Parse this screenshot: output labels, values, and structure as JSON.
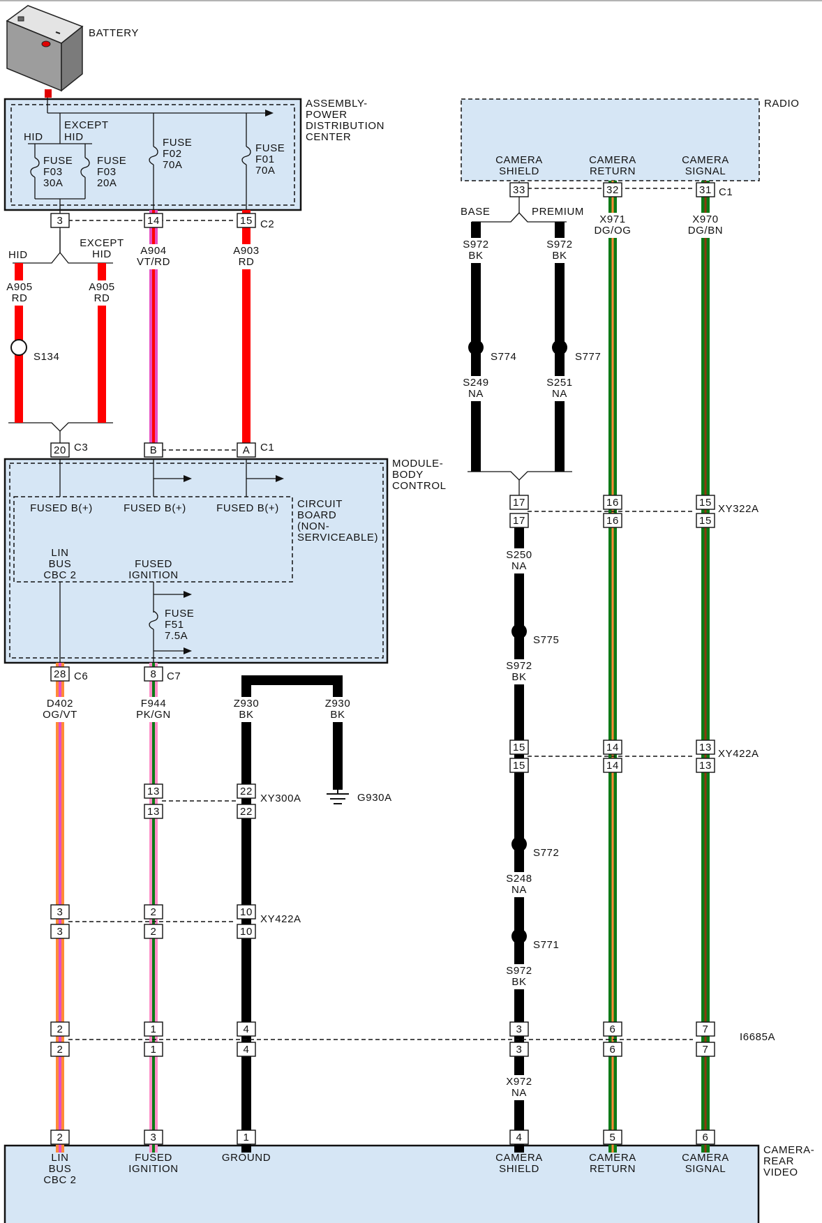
{
  "components": {
    "battery": "BATTERY",
    "pdc": [
      "ASSEMBLY-",
      "POWER",
      "DISTRIBUTION",
      "CENTER"
    ],
    "radio": "RADIO",
    "bcm": [
      "MODULE-",
      "BODY",
      "CONTROL"
    ],
    "circuit_board": [
      "CIRCUIT",
      "BOARD",
      "(NON-",
      "SERVICEABLE)"
    ],
    "camera": [
      "CAMERA-",
      "REAR",
      "VIDEO"
    ],
    "ground_point": "G930A"
  },
  "pdc_labels": {
    "hid": "HID",
    "except_hid": [
      "EXCEPT",
      "HID"
    ],
    "fuse_f03_30": [
      "FUSE",
      "F03",
      "30A"
    ],
    "fuse_f03_20": [
      "FUSE",
      "F03",
      "20A"
    ],
    "fuse_f02": [
      "FUSE",
      "F02",
      "70A"
    ],
    "fuse_f01": [
      "FUSE",
      "F01",
      "70A"
    ]
  },
  "radio_pins": {
    "shield": [
      "CAMERA",
      "SHIELD"
    ],
    "return": [
      "CAMERA",
      "RETURN"
    ],
    "signal": [
      "CAMERA",
      "SIGNAL"
    ]
  },
  "bcm_labels": {
    "fused_b1": "FUSED B(+)",
    "fused_b2": "FUSED B(+)",
    "fused_b3": "FUSED B(+)",
    "lin": [
      "LIN",
      "BUS",
      "CBC 2"
    ],
    "fused_ign": [
      "FUSED",
      "IGNITION"
    ],
    "fuse_f51": [
      "FUSE",
      "F51",
      "7.5A"
    ]
  },
  "camera_pins": {
    "lin": [
      "LIN",
      "BUS",
      "CBC 2"
    ],
    "ign": [
      "FUSED",
      "IGNITION"
    ],
    "ground": "GROUND",
    "shield": [
      "CAMERA",
      "SHIELD"
    ],
    "return": [
      "CAMERA",
      "RETURN"
    ],
    "signal": [
      "CAMERA",
      "SIGNAL"
    ]
  },
  "connector_names": {
    "pdc_c2": "C2",
    "radio_c1": "C1",
    "bcm_c3": "C3",
    "bcm_c1": "C1",
    "bcm_c6": "C6",
    "bcm_c7": "C7",
    "xy322a": "XY322A",
    "xy422a_right": "XY422A",
    "xy300a": "XY300A",
    "xy422a_left": "XY422A",
    "i6685a": "I6685A"
  },
  "splices": {
    "s134": "S134",
    "s774": "S774",
    "s777": "S777",
    "s775": "S775",
    "s772": "S772",
    "s771": "S771"
  },
  "branch_labels": {
    "hid": "HID",
    "except_hid": [
      "EXCEPT",
      "HID"
    ],
    "base": "BASE",
    "premium": "PREMIUM"
  },
  "wire_labels": {
    "a905_left": [
      "A905",
      "RD"
    ],
    "a905_right": [
      "A905",
      "RD"
    ],
    "a904": [
      "A904",
      "VT/RD"
    ],
    "a903": [
      "A903",
      "RD"
    ],
    "s972_base": [
      "S972",
      "BK"
    ],
    "s972_prem": [
      "S972",
      "BK"
    ],
    "x971": [
      "X971",
      "DG/OG"
    ],
    "x970": [
      "X970",
      "DG/BN"
    ],
    "s249": [
      "S249",
      "NA"
    ],
    "s251": [
      "S251",
      "NA"
    ],
    "s250": [
      "S250",
      "NA"
    ],
    "s972_mid": [
      "S972",
      "BK"
    ],
    "s248": [
      "S248",
      "NA"
    ],
    "s972_low": [
      "S972",
      "BK"
    ],
    "x972": [
      "X972",
      "NA"
    ],
    "d402": [
      "D402",
      "OG/VT"
    ],
    "f944": [
      "F944",
      "PK/GN"
    ],
    "z930_a": [
      "Z930",
      "BK"
    ],
    "z930_b": [
      "Z930",
      "BK"
    ]
  },
  "pins": {
    "pdc_3": "3",
    "pdc_14": "14",
    "pdc_15": "15",
    "radio_33": "33",
    "radio_32": "32",
    "radio_31": "31",
    "bcm_20": "20",
    "bcm_b": "B",
    "bcm_a": "A",
    "xy322_17u": "17",
    "xy322_16u": "16",
    "xy322_15u": "15",
    "xy322_17d": "17",
    "xy322_16d": "16",
    "xy322_15d": "15",
    "bcm_28": "28",
    "bcm_8": "8",
    "xy422r_15u": "15",
    "xy422r_14u": "14",
    "xy422r_13u": "13",
    "xy422r_15d": "15",
    "xy422r_14d": "14",
    "xy422r_13d": "13",
    "xy300_13u": "13",
    "xy300_22u": "22",
    "xy300_13d": "13",
    "xy300_22d": "22",
    "xy422l_3u": "3",
    "xy422l_2u": "2",
    "xy422l_10u": "10",
    "xy422l_3d": "3",
    "xy422l_2d": "2",
    "xy422l_10d": "10",
    "i66_2u": "2",
    "i66_1u": "1",
    "i66_4u": "4",
    "i66_3u": "3",
    "i66_6u": "6",
    "i66_7u": "7",
    "i66_2d": "2",
    "i66_1d": "1",
    "i66_4d": "4",
    "i66_3d": "3",
    "i66_6d": "6",
    "i66_7d": "7",
    "cam_2": "2",
    "cam_3": "3",
    "cam_1": "1",
    "cam_4": "4",
    "cam_5": "5",
    "cam_6": "6"
  },
  "colors": {
    "red": "#ff0000",
    "black": "#000000",
    "violet": "#e64ec4",
    "orange": "#ff8a38",
    "dark_green": "#0b7a16",
    "brown": "#8b3a0e",
    "pink": "#ff8fc8",
    "module_fill": "#d6e6f5"
  }
}
